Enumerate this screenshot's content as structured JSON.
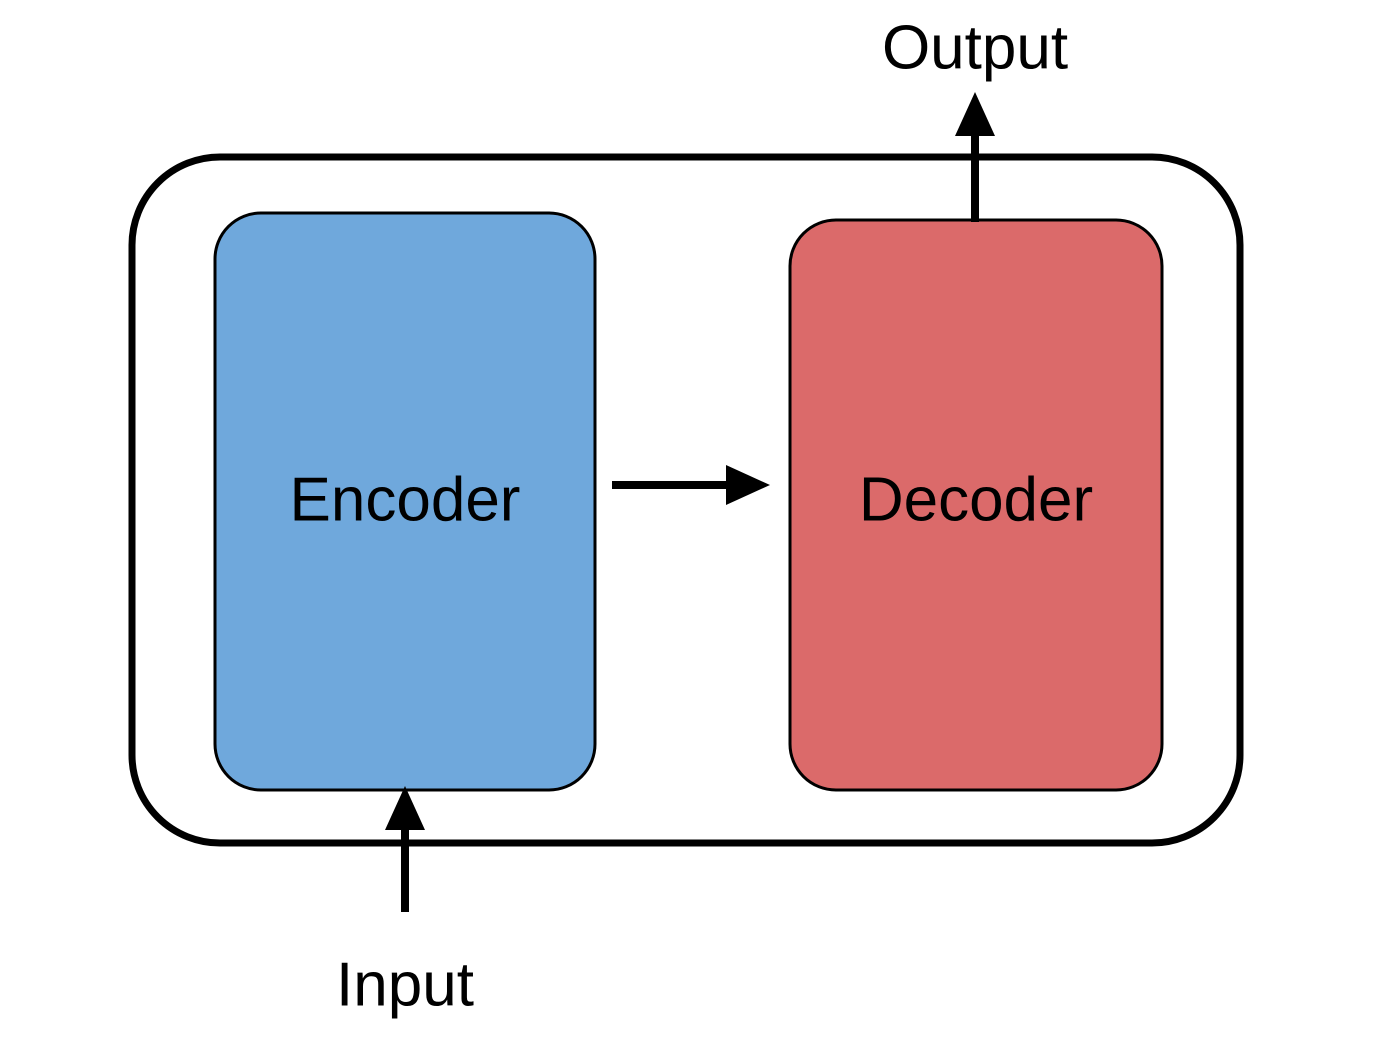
{
  "diagram": {
    "nodes": {
      "encoder": {
        "label": "Encoder",
        "fill": "#6FA8DC"
      },
      "decoder": {
        "label": "Decoder",
        "fill": "#DB6A6A"
      }
    },
    "external_labels": {
      "input": "Input",
      "output": "Output"
    },
    "colors": {
      "outline": "#000000",
      "background": "#FFFFFF"
    }
  }
}
